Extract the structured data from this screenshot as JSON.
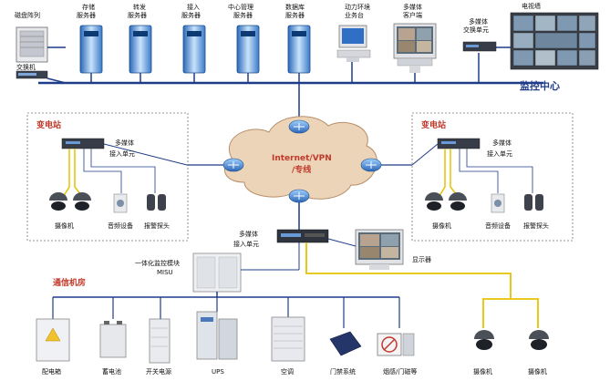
{
  "top": {
    "disk_array": "磁盘阵列",
    "storage_server": [
      "存储",
      "服务器"
    ],
    "forward_server": [
      "转发",
      "服务器"
    ],
    "access_server": [
      "接入",
      "服务器"
    ],
    "center_mgmt_server": [
      "中心管理",
      "服务器"
    ],
    "db_server": [
      "数据库",
      "服务器"
    ],
    "power_env_console": [
      "动力环境",
      "业务台"
    ],
    "mm_client": [
      "多媒体",
      "客户端"
    ],
    "mm_switch_unit": [
      "多媒体",
      "交换单元"
    ],
    "tv_wall": "电视墙",
    "switch": "交换机",
    "monitor_center": "监控中心"
  },
  "cloud": {
    "line1": "Internet/VPN",
    "line2": "/专线"
  },
  "substation_left": {
    "title": "变电站",
    "mm_access": [
      "多媒体",
      "接入单元"
    ],
    "camera": "摄像机",
    "audio": "音频设备",
    "alarm": "报警探头"
  },
  "substation_right": {
    "title": "变电站",
    "mm_access": [
      "多媒体",
      "接入单元"
    ],
    "camera": "摄像机",
    "audio": "音频设备",
    "alarm": "报警探头"
  },
  "comm_room": {
    "mm_access": [
      "多媒体",
      "接入单元"
    ],
    "display": "显示器",
    "misu": [
      "一体化监控模块",
      "MISU"
    ],
    "title": "通信机房",
    "devices": [
      "配电箱",
      "蓄电池",
      "开关电源",
      "UPS",
      "空调",
      "门禁系统",
      "烟感/门磁等"
    ],
    "cam1": "摄像机",
    "cam2": "摄像机"
  },
  "colors": {
    "bus": "#1f3c88",
    "accent": "#c0392b",
    "link": "#e6c200",
    "cloud": "#e8c9a8"
  }
}
